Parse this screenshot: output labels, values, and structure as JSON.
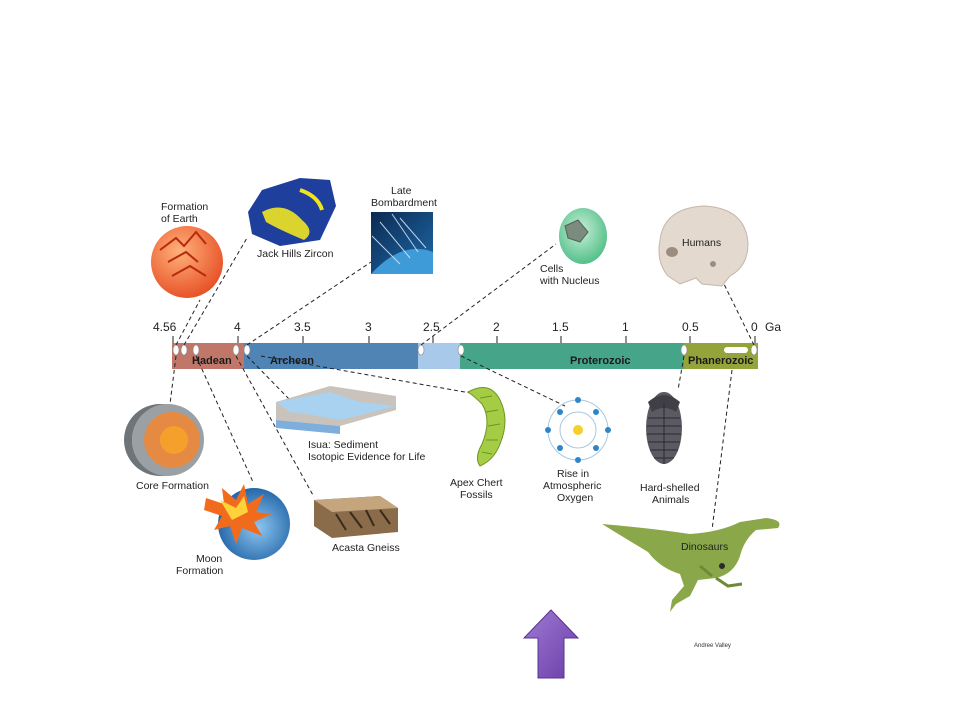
{
  "timeline": {
    "unit": "Ga",
    "ticks": [
      "4.56",
      "4",
      "3.5",
      "3",
      "2.5",
      "2",
      "1.5",
      "1",
      "0.5",
      "0"
    ],
    "eons": [
      "Hadean",
      "Archean",
      "Proterozoic",
      "Phanerozoic"
    ]
  },
  "events": {
    "formation_of_earth": [
      "Formation",
      "of Earth"
    ],
    "jack_hills_zircon": "Jack Hills Zircon",
    "late_bombardment": [
      "Late",
      "Bombardment"
    ],
    "cells_with_nucleus": [
      "Cells",
      "with Nucleus"
    ],
    "humans": "Humans",
    "core_formation": "Core Formation",
    "moon_formation": [
      "Moon",
      "Formation"
    ],
    "isua": [
      "Isua: Sediment",
      "Isotopic Evidence for Life"
    ],
    "acasta_gneiss": "Acasta Gneiss",
    "apex_chert": [
      "Apex Chert",
      "Fossils"
    ],
    "oxygen": [
      "Rise in",
      "Atmospheric",
      "Oxygen"
    ],
    "hard_shelled": [
      "Hard-shelled",
      "Animals"
    ],
    "dinosaurs": "Dinosaurs"
  },
  "credit": "Andree Valley",
  "colors": {
    "hadean": "#c0776a",
    "archean": "#4f84b5",
    "archean_light": "#a9c9ea",
    "proterozoic": "#46a488",
    "phanerozoic": "#94a43a",
    "arrow": "#8256b8"
  },
  "icons": {
    "arrow": "up-arrow-icon"
  }
}
